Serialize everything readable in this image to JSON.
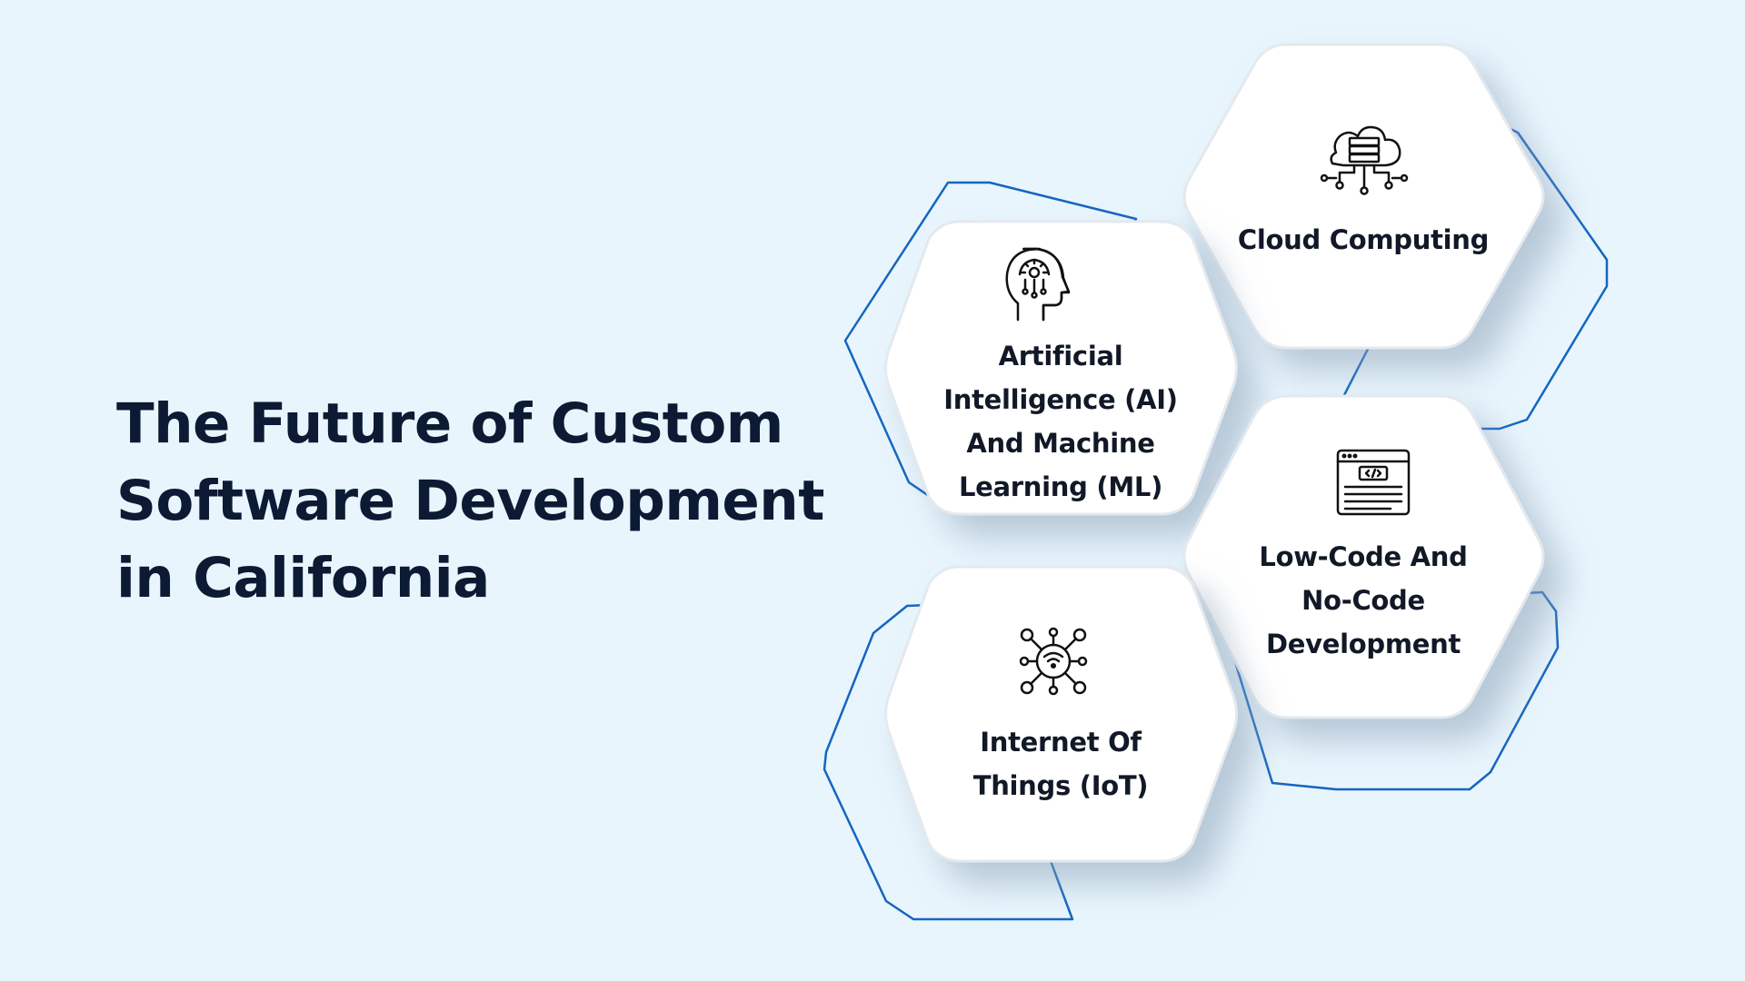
{
  "title": {
    "lines": [
      "The Future of Custom",
      "Software Development",
      "in California"
    ]
  },
  "colors": {
    "background": "#e8f5fd",
    "outline": "#1565c0",
    "hexagon": "#ffffff",
    "text": "#0c1a33"
  },
  "items": [
    {
      "icon": "cloud-server-icon",
      "lines": [
        "Cloud Computing"
      ]
    },
    {
      "icon": "ai-head-icon",
      "lines": [
        "Artificial",
        "Intelligence (AI)",
        "And Machine",
        "Learning (ML)"
      ]
    },
    {
      "icon": "code-window-icon",
      "lines": [
        "Low-Code And",
        "No-Code",
        "Development"
      ]
    },
    {
      "icon": "iot-network-icon",
      "lines": [
        "Internet Of",
        "Things (IoT)"
      ]
    }
  ]
}
